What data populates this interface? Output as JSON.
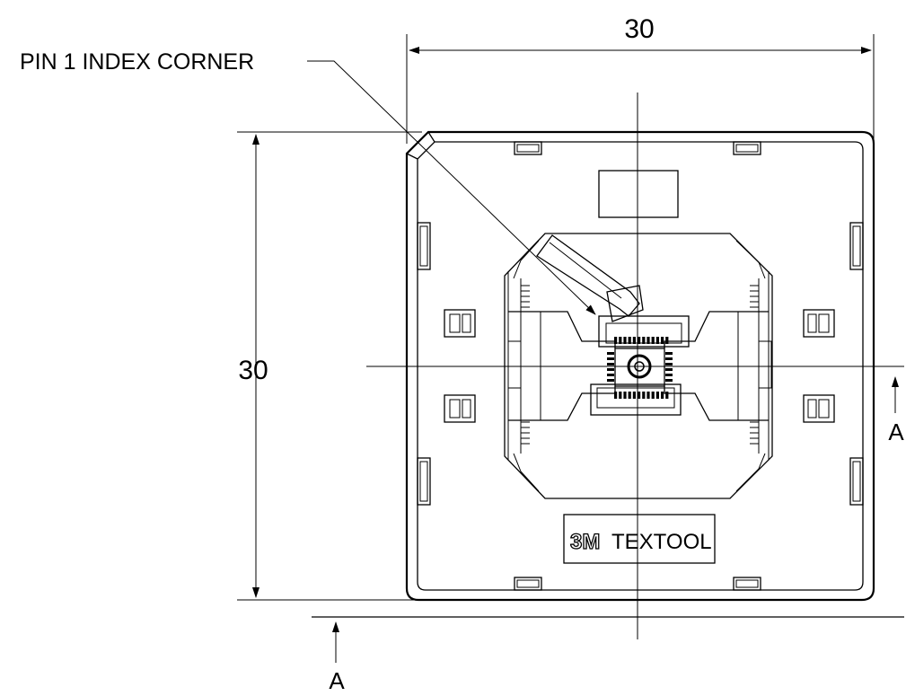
{
  "dimensions": {
    "width_value": "30",
    "height_value": "30"
  },
  "callouts": {
    "pin1": "PIN 1 INDEX CORNER",
    "section_a_right": "A",
    "section_a_bottom": "A"
  },
  "logo": {
    "brand": "3M",
    "text": "TEXTOOL"
  },
  "colors": {
    "line": "#000000",
    "background": "#ffffff"
  }
}
